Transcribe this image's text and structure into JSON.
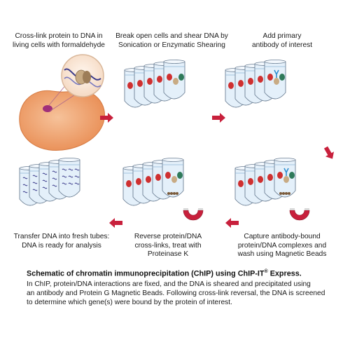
{
  "steps": [
    {
      "lines": [
        "Cross-link protein to DNA in",
        "living cells with formaldehyde"
      ]
    },
    {
      "lines": [
        "Break open cells and shear DNA by",
        "Sonication or Enzymatic Shearing"
      ]
    },
    {
      "lines": [
        "Add primary",
        "antibody of interest"
      ]
    },
    {
      "lines": [
        "Capture antibody-bound",
        "protein/DNA complexes and",
        "wash using Magnetic Beads"
      ]
    },
    {
      "lines": [
        "Reverse protein/DNA",
        "cross-links, treat with",
        "Proteinase K"
      ]
    },
    {
      "lines": [
        "Transfer DNA into fresh tubes:",
        "DNA is ready for analysis"
      ]
    }
  ],
  "caption": {
    "title": "Schematic of chromatin immunoprecipitation (ChIP) using ChIP-IT",
    "title_mark": "®",
    "title_suffix": " Express.",
    "lines": [
      "In ChIP, protein/DNA interactions are fixed, and the DNA is sheared and precipitated using",
      "an antibody and Protein G Magnetic Beads. Following cross-link reversal, the DNA is screened",
      "to determine which gene(s) were bound by the protein of interest."
    ]
  },
  "colors": {
    "arrow": "#c8203c",
    "magnet": "#c8203c",
    "tube_fill": "#e4f0fa",
    "tube_stroke": "#6c7f94",
    "cell": "#f0a36a",
    "protein_red": "#cf3030",
    "protein_tan": "#c8ab84",
    "protein_green": "#2f7a5a",
    "antibody": "#2f8fd0",
    "dna": "#3a3a8a"
  }
}
